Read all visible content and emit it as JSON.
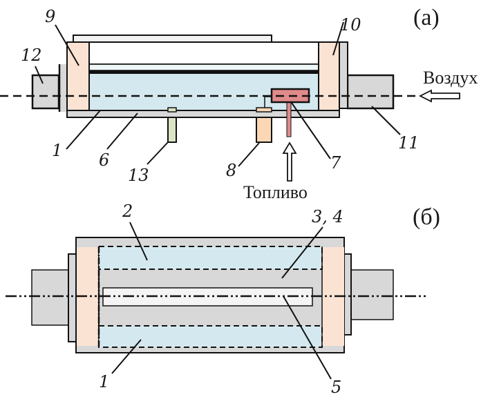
{
  "figure": {
    "panels": [
      {
        "id": "a",
        "label": "(а)",
        "view": "side section",
        "callouts": [
          "1",
          "6",
          "7",
          "8",
          "9",
          "10",
          "11",
          "12",
          "13"
        ],
        "flow_labels": {
          "air": "Воздух",
          "fuel": "Топливо"
        }
      },
      {
        "id": "b",
        "label": "(б)",
        "view": "top view",
        "callouts": [
          "1",
          "2",
          "3, 4",
          "5"
        ]
      }
    ]
  },
  "colors": {
    "fluid_blue": "#d4e9ef",
    "flange_peach": "#fbe3d3",
    "metal_gray": "#d8d8d8",
    "burner_red": "#e08a8a",
    "sensor_orange": "#fcd7b5",
    "sensor_green": "#dbe5c6",
    "line": "#111111"
  }
}
